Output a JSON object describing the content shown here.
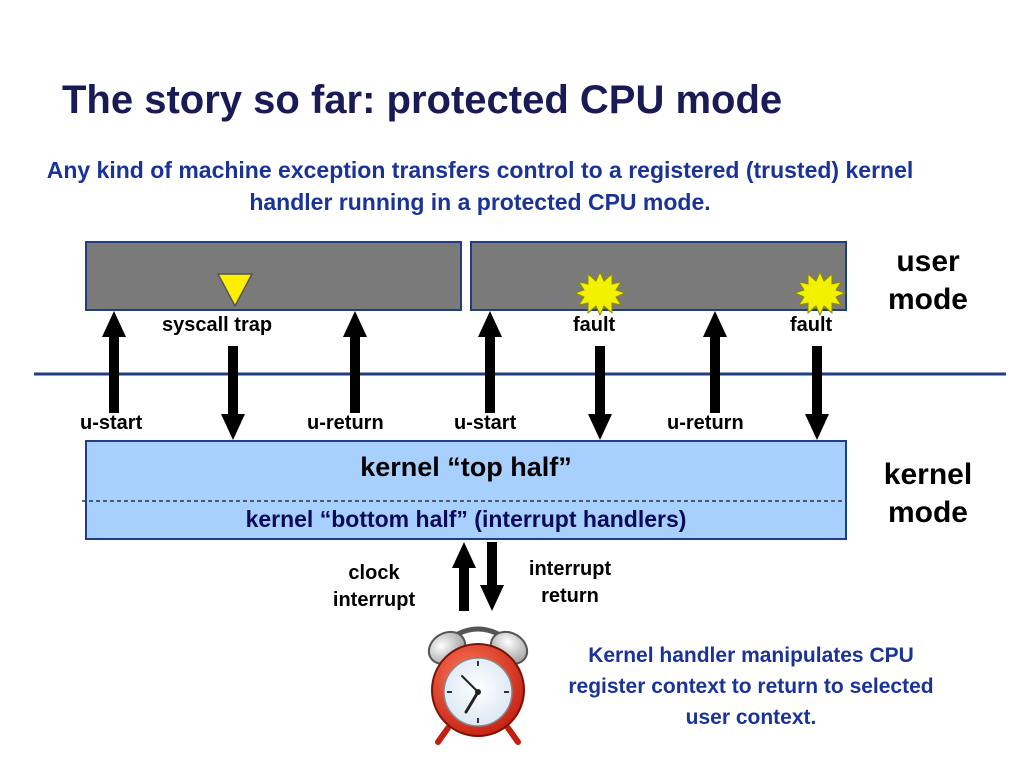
{
  "title": "The story so far: protected CPU mode",
  "subtitle": "Any kind of machine exception transfers control to a registered (trusted) kernel handler running in a protected CPU mode.",
  "modes": {
    "user_line1": "user",
    "user_line2": "mode",
    "kernel_line1": "kernel",
    "kernel_line2": "mode"
  },
  "labels": {
    "syscall_trap": "syscall trap",
    "fault_1": "fault",
    "fault_2": "fault",
    "u_start_1": "u-start",
    "u_return_1": "u-return",
    "u_start_2": "u-start",
    "u_return_2": "u-return",
    "clock_interrupt_line1": "clock",
    "clock_interrupt_line2": "interrupt",
    "interrupt_return_line1": "interrupt",
    "interrupt_return_line2": "return"
  },
  "kernel": {
    "top_half": "kernel “top half”",
    "bottom_half": "kernel “bottom half” (interrupt handlers)"
  },
  "note": "Kernel handler manipulates CPU register context to return to selected user context.",
  "colors": {
    "title": "#1a1a55",
    "subtitle": "#1a3399",
    "user_box": "#7a7a7a",
    "kernel_box": "#a8d0ff",
    "mode_line": "#1f3f80",
    "trap_marker": "#ffee00",
    "fault_burst": "#f2f200"
  },
  "icons": {
    "trap": "triangle-down-icon",
    "fault": "starburst-icon",
    "clock": "alarm-clock-icon"
  }
}
